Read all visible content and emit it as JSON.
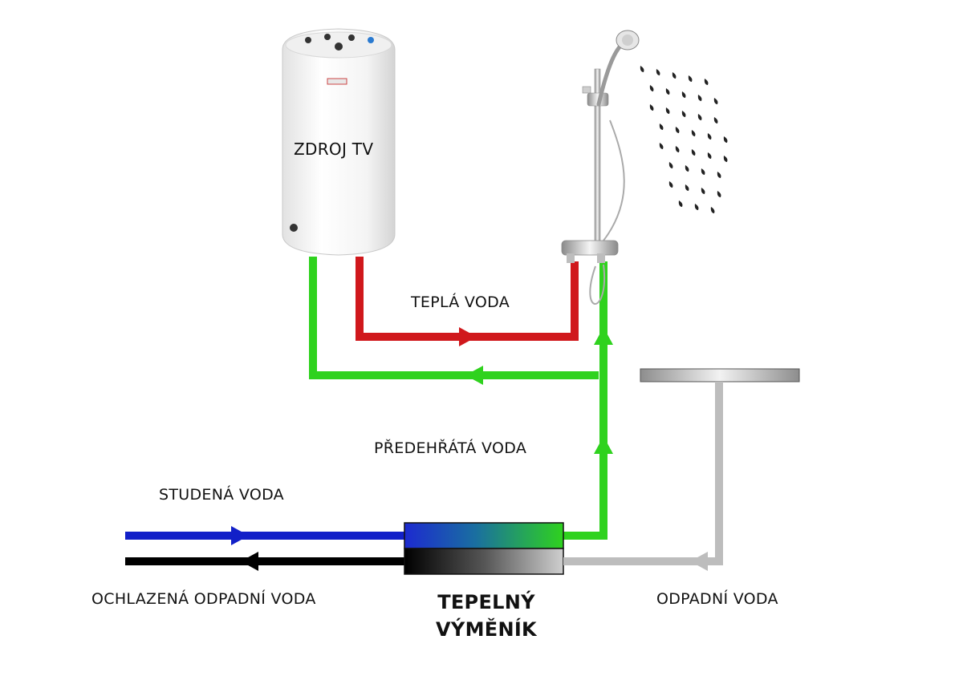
{
  "labels": {
    "heater": "ZDROJ TV",
    "hot_water": "TEPLÁ VODA",
    "preheated_water": "PŘEDEHŘÁTÁ VODA",
    "cold_water": "STUDENÁ VODA",
    "cooled_waste_water": "OCHLAZENÁ ODPADNÍ VODA",
    "heat_exchanger_line1": "TEPELNÝ",
    "heat_exchanger_line2": "VÝMĚNÍK",
    "waste_water": "ODPADNÍ VODA"
  },
  "colors": {
    "hot": "#d0181c",
    "preheated": "#2fd21e",
    "cold": "#1220c8",
    "cooled_waste": "#000000",
    "waste": "#bdbdbd",
    "chrome": "#9a9a9a"
  }
}
